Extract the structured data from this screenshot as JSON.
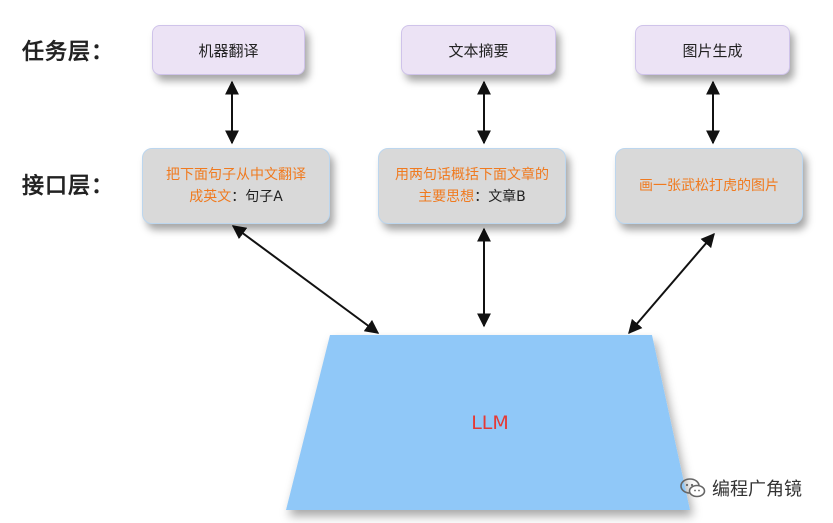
{
  "layers": {
    "task_label": "任务层：",
    "interface_label": "接口层："
  },
  "tasks": [
    {
      "label": "机器翻译"
    },
    {
      "label": "文本摘要"
    },
    {
      "label": "图片生成"
    }
  ],
  "interfaces": [
    {
      "line1_prompt": "把下面句子从中文翻译",
      "line2_prompt": "成英文",
      "colon": "：",
      "line2_input": "句子A"
    },
    {
      "line1_prompt": "用两句话概括下面文章的",
      "line2_prompt": "主要思想",
      "colon": "：",
      "line2_input": "文章B"
    },
    {
      "prompt": "画一张武松打虎的图片"
    }
  ],
  "model": {
    "label": "LLM",
    "fill": "#90c8f8"
  },
  "watermark": {
    "text": "编程广角镜",
    "icon": "wechat-icon"
  },
  "colors": {
    "prompt_text": "#f07a1f",
    "model_text": "#e53935"
  }
}
